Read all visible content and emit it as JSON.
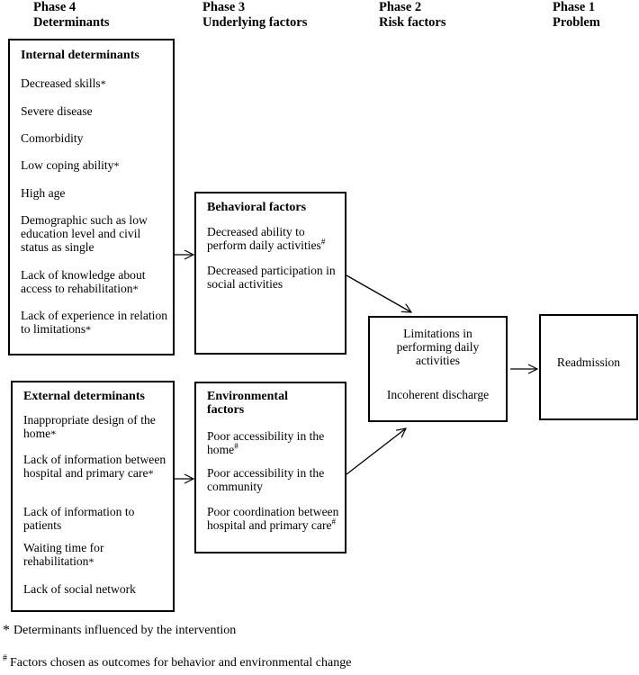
{
  "phases": [
    {
      "label": "Phase 4",
      "title": "Determinants"
    },
    {
      "label": "Phase 3",
      "title": "Underlying factors"
    },
    {
      "label": "Phase 2",
      "title": "Risk factors"
    },
    {
      "label": "Phase 1",
      "title": "Problem"
    }
  ],
  "internal": {
    "title": "Internal determinants",
    "items": [
      {
        "text": "Decreased skills",
        "mark": "*"
      },
      {
        "text": "Severe disease",
        "mark": ""
      },
      {
        "text": "Comorbidity",
        "mark": ""
      },
      {
        "text": "Low coping ability",
        "mark": "*"
      },
      {
        "text": "High age",
        "mark": ""
      },
      {
        "text": "Demographic such as low education level and civil status as single",
        "mark": ""
      },
      {
        "text": "Lack of knowledge about access to rehabilitation",
        "mark": "*"
      },
      {
        "text": "Lack of experience in relation to limitations",
        "mark": "*"
      }
    ]
  },
  "external": {
    "title": "External determinants",
    "items": [
      {
        "text": "Inappropriate design of the home",
        "mark": "*"
      },
      {
        "text": "Lack of information between hospital and primary care",
        "mark": "*"
      },
      {
        "text": "Lack of information to patients",
        "mark": ""
      },
      {
        "text": "Waiting time for rehabilitation",
        "mark": "*"
      },
      {
        "text": "Lack of social network",
        "mark": ""
      }
    ]
  },
  "behavioral": {
    "title": "Behavioral factors",
    "items": [
      {
        "text": "Decreased ability to perform daily activities",
        "mark": "#"
      },
      {
        "text": "Decreased participation in social activities",
        "mark": ""
      }
    ]
  },
  "environmental": {
    "title": "Environmental factors",
    "items": [
      {
        "text": "Poor accessibility in the home",
        "mark": "#"
      },
      {
        "text": "Poor accessibility in the community",
        "mark": ""
      },
      {
        "text": "Poor coordination between hospital and primary care",
        "mark": "#"
      }
    ]
  },
  "risk": {
    "line1": "Limitations in performing daily activities",
    "line2": "Incoherent discharge"
  },
  "problem": {
    "text": "Readmission"
  },
  "footnotes": [
    {
      "symbol": "*",
      "text": "Determinants influenced by the intervention"
    },
    {
      "symbol": "#",
      "text": "Factors chosen as outcomes for behavior and environmental change"
    }
  ]
}
